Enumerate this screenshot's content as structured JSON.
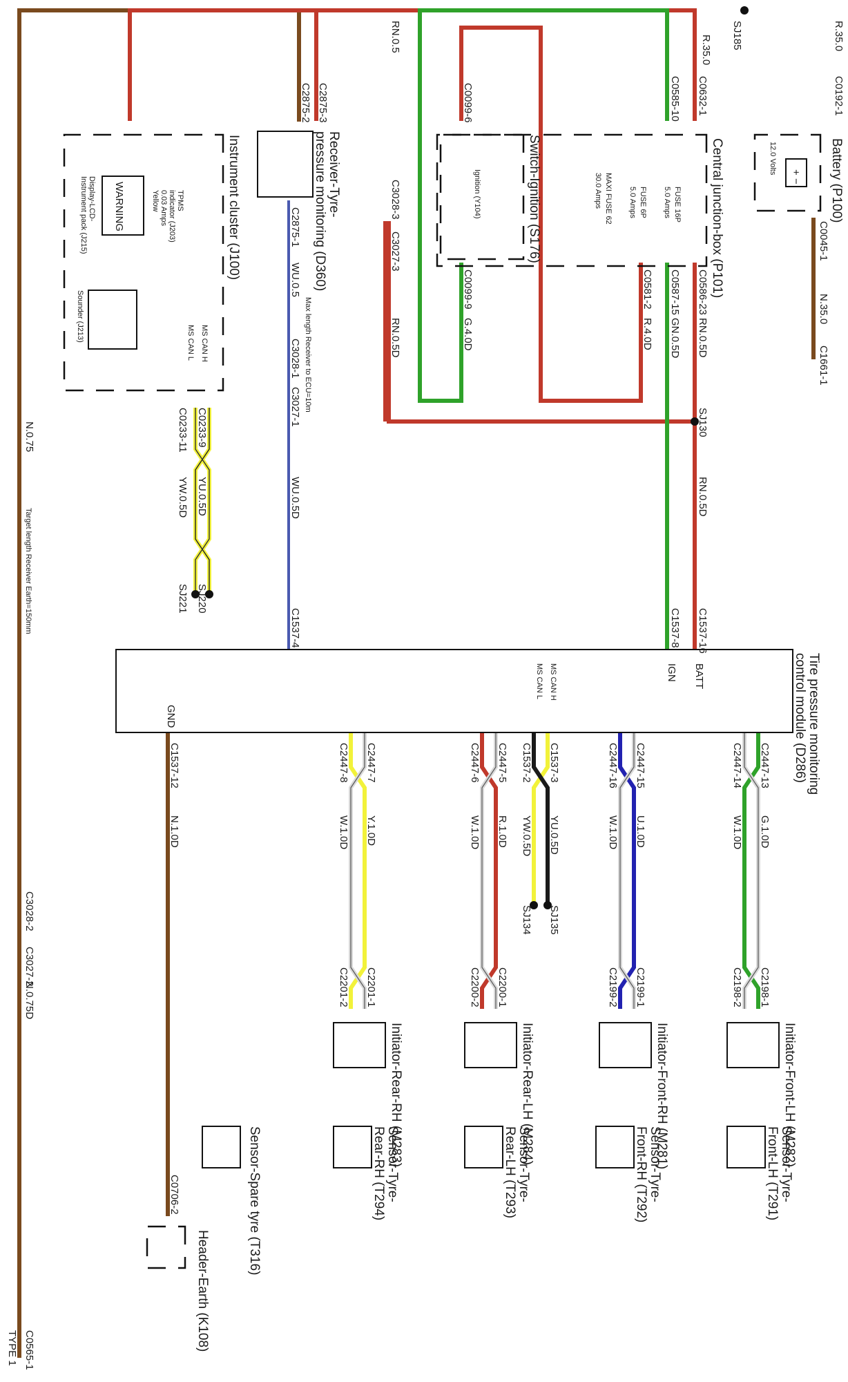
{
  "page": {
    "type": "TYPE 1"
  },
  "colors": {
    "brown": "#7a4a1e",
    "red": "#c0392b",
    "green": "#2fa22a",
    "blue": "#2222b0",
    "navy": "#4a5ab0",
    "yellow": "#f2f23a",
    "white_wire": "#d9d9d9",
    "black": "#1a1a1a"
  },
  "components": {
    "battery": {
      "name": "Battery (P100)",
      "rating": "12.0 Volts",
      "pos": "+",
      "neg": "−"
    },
    "cjb": {
      "name": "Central junction-box (P101)"
    },
    "fuse16p": {
      "name": "FUSE 16P",
      "rating": "5.0 Amps"
    },
    "fuse6p": {
      "name": "FUSE 6P",
      "rating": "5.0 Amps"
    },
    "maxi62": {
      "name": "MAXI FUSE 62",
      "rating": "30.0 Amps"
    },
    "ignition": {
      "name": "Switch-Ignition (S176)",
      "contact": "Ignition (Y104)"
    },
    "receiver": {
      "name1": "Receiver-Tyre-",
      "name2": "pressure monitoring (D360)"
    },
    "cluster": {
      "name": "Instrument cluster (J100)"
    },
    "tpms_ind": {
      "l1": "TPMS",
      "l2": "indicator (J203)",
      "l3": "0.03 Amps",
      "l4": "Yellow"
    },
    "lcd": {
      "l1": "Display-LCD-",
      "l2": "Instrument pack (J215)",
      "warn": "WARNING"
    },
    "sounder": {
      "name": "Sounder (J213)"
    },
    "mscanh": "MS CAN H",
    "mscanl": "MS CAN L",
    "module": {
      "name1": "Tire pressure monitoring",
      "name2": "control module (D286)",
      "batt": "BATT",
      "ign": "IGN",
      "gnd": "GND"
    },
    "init_flh": "Initiator-Front-LH (M282)",
    "init_frh": "Initiator-Front-RH (M281)",
    "init_rlh": "Initiator-Rear-LH (M284)",
    "init_rrh": "Initiator-Rear-RH (M283)",
    "sens_flh": {
      "l1": "Sensor-Tyre-",
      "l2": "Front-LH (T291)"
    },
    "sens_frh": {
      "l1": "Sensor-Tyre-",
      "l2": "Front-RH (T292)"
    },
    "sens_rlh": {
      "l1": "Sensor-Tyre-",
      "l2": "Rear-LH (T293)"
    },
    "sens_rrh": {
      "l1": "Sensor-Tyre-",
      "l2": "Rear-RH (T294)"
    },
    "sens_spare": "Sensor-Spare tyre (T316)",
    "header_earth": "Header-Earth (K108)"
  },
  "connectors": {
    "c0192": "C0192-1",
    "c0045": "C0045-1",
    "c1661": "C1661-1",
    "c0632": "C0632-1",
    "c0586": "C0586-23",
    "c0585": "C0585-10",
    "c0587": "C0587-15",
    "c0581": "C0581-2",
    "c0099_6": "C0099-6",
    "c0099_9": "C0099-9",
    "c2875_3": "C2875-3",
    "c2875_2": "C2875-2",
    "c2875_1": "C2875-1",
    "c3028_3": "C3028-3",
    "c3027_3": "C3027-3",
    "c3028_1": "C3028-1",
    "c3027_1": "C3027-1",
    "c0233_9": "C0233-9",
    "c0233_11": "C0233-11",
    "c1537_16": "C1537-16",
    "c1537_8": "C1537-8",
    "c1537_4": "C1537-4",
    "c1537_3": "C1537-3",
    "c1537_2": "C1537-2",
    "c1537_12": "C1537-12",
    "c2447_13": "C2447-13",
    "c2447_14": "C2447-14",
    "c2447_15": "C2447-15",
    "c2447_16": "C2447-16",
    "c2447_5": "C2447-5",
    "c2447_6": "C2447-6",
    "c2447_7": "C2447-7",
    "c2447_8": "C2447-8",
    "c2198_1": "C2198-1",
    "c2198_2": "C2198-2",
    "c2199_1": "C2199-1",
    "c2199_2": "C2199-2",
    "c2200_1": "C2200-1",
    "c2200_2": "C2200-2",
    "c2201_1": "C2201-1",
    "c2201_2": "C2201-2",
    "c0706": "C0706-2",
    "c3028_2": "C3028-2",
    "c3027_2": "C3027-2",
    "c0565": "C0565-1"
  },
  "splices": {
    "sj185": "SJ185",
    "sj130": "SJ130",
    "sj220": "SJ220",
    "sj221": "SJ221",
    "sj134": "SJ134",
    "sj135": "SJ135"
  },
  "wires": {
    "r35a": "R.35.0",
    "r35b": "R.35.0",
    "n35": "N.35.0",
    "rn05": "RN.0.5",
    "rn05d_a": "RN.0.5D",
    "rn05d_b": "RN.0.5D",
    "rn05d_c": "RN.0.5D",
    "gn05d": "GN.0.5D",
    "r40d": "R.4.0D",
    "g40d": "G.4.0D",
    "wu05": "WU.0.5",
    "wu05d": "WU.0.5D",
    "yu05d_a": "YU.0.5D",
    "yw05d_a": "YW.0.5D",
    "yu05d_b": "YU.0.5D",
    "yw05d_b": "YW.0.5D",
    "g10d": "G.1.0D",
    "w10d_a": "W.1.0D",
    "u10d": "U.1.0D",
    "w10d_b": "W.1.0D",
    "r10d": "R.1.0D",
    "w10d_c": "W.1.0D",
    "y10d": "Y.1.0D",
    "w10d_d": "W.1.0D",
    "n10d": "N.1.0D",
    "n075": "N.0.75",
    "n075d": "N.0.75D"
  },
  "notes": {
    "maxlen": "Max length Receiver to ECU=10m",
    "target": "Target length Receiver Earth=150mm"
  }
}
